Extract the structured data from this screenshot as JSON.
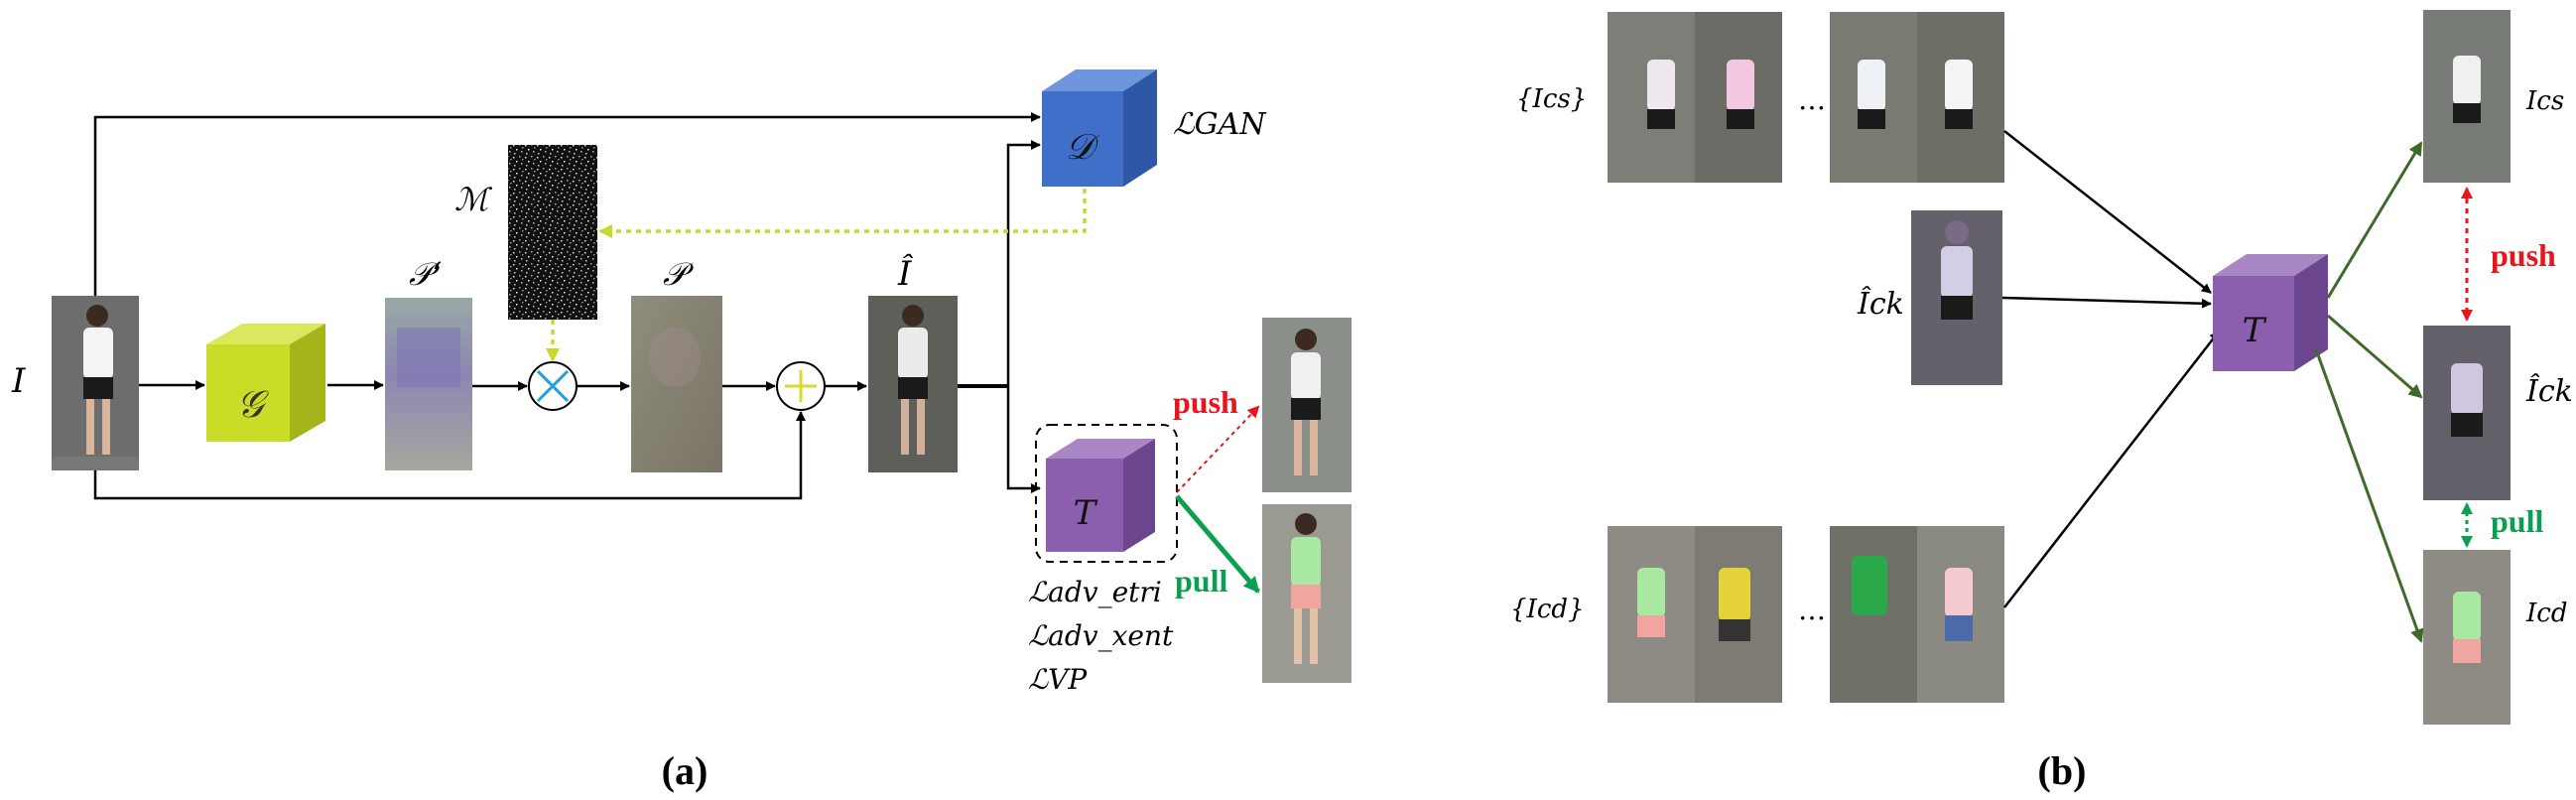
{
  "panel_a": {
    "caption": "(a)",
    "input_label": "I",
    "generator_label": "𝒢",
    "perturb_raw_label": "𝒫‘",
    "mask_label": "ℳ",
    "perturb_label": "𝒫",
    "adv_image_label": "Î",
    "discriminator_label": "𝒟",
    "gan_loss": "ℒGAN",
    "target_label": "T",
    "push_label": "push",
    "pull_label": "pull",
    "losses": [
      "ℒadv_etri",
      "ℒadv_xent",
      "ℒVP"
    ]
  },
  "panel_b": {
    "caption": "(b)",
    "set_cs_label": "{Ics}",
    "set_cd_label": "{Icd}",
    "ellipsis": "…",
    "adv_k_label": "Îck",
    "target_label": "T",
    "out_cs_label": "Ics",
    "out_adv_label": "Îck",
    "out_cd_label": "Icd",
    "push_label": "push",
    "pull_label": "pull"
  },
  "colors": {
    "generator": "#c8dc28",
    "discriminator": "#3f6fc9",
    "target": "#8b5fae",
    "push": "#e8141e",
    "pull": "#0aa050",
    "mask_arrow": "#c9d92a",
    "green_arrow": "#3f6b2a"
  }
}
